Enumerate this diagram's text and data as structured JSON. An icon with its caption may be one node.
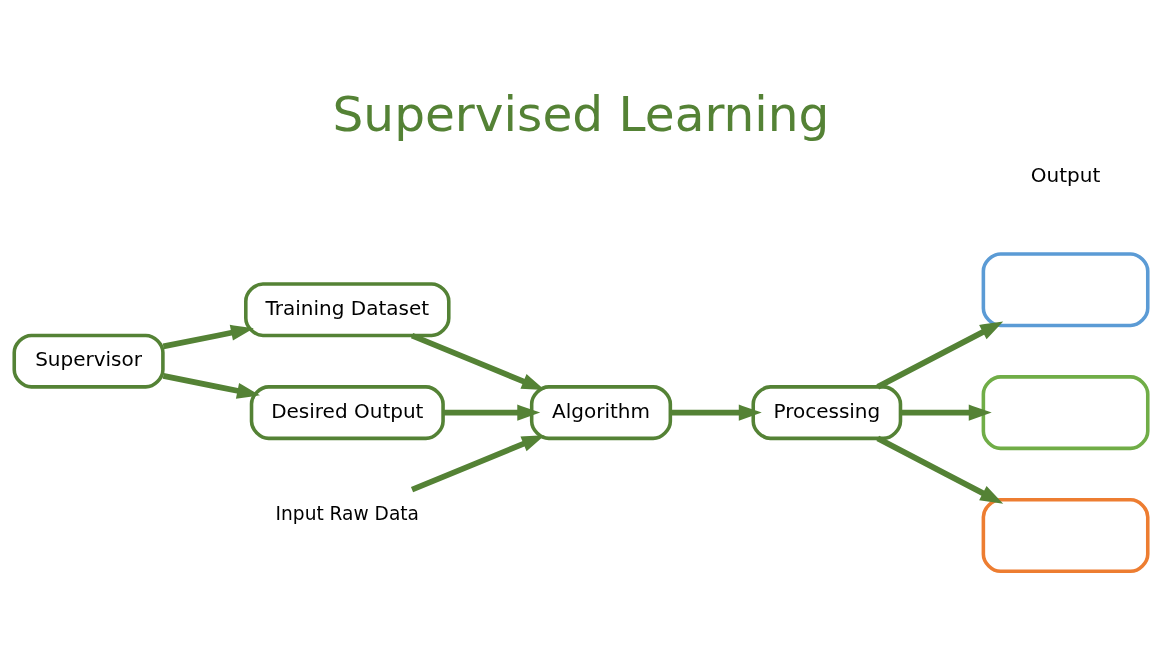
{
  "diagram": {
    "title": "Supervised Learning",
    "nodes": [
      {
        "text": [
          "Supervisor"
        ]
      },
      {
        "text": [
          "Training Dataset"
        ]
      },
      {
        "text": [
          "Desired Output"
        ]
      },
      {
        "text": [
          "Algorithm"
        ]
      },
      {
        "text": [
          "Processing"
        ]
      },
      {
        "text": [
          "Input Raw Data"
        ]
      },
      {
        "text": [],
        "shape": "box"
      },
      {
        "text": [],
        "shape": "box"
      },
      {
        "text": [],
        "shape": "box"
      }
    ],
    "edges": [
      {
        "from": 0,
        "to": 1,
        "arrow": "to"
      },
      {
        "from": 0,
        "to": 2,
        "arrow": "to"
      },
      {
        "from": 1,
        "to": 3,
        "arrow": "to"
      },
      {
        "from": 2,
        "to": 3,
        "arrow": "to"
      },
      {
        "from": 5,
        "to": 3,
        "arrow": "to"
      },
      {
        "from": 3,
        "to": 4,
        "arrow": "to"
      },
      {
        "from": 4,
        "to": 6,
        "arrow": "to"
      },
      {
        "from": 4,
        "to": 7,
        "arrow": "to"
      },
      {
        "from": 4,
        "to": 8,
        "arrow": "to"
      }
    ],
    "labels": [
      "Output"
    ]
  }
}
